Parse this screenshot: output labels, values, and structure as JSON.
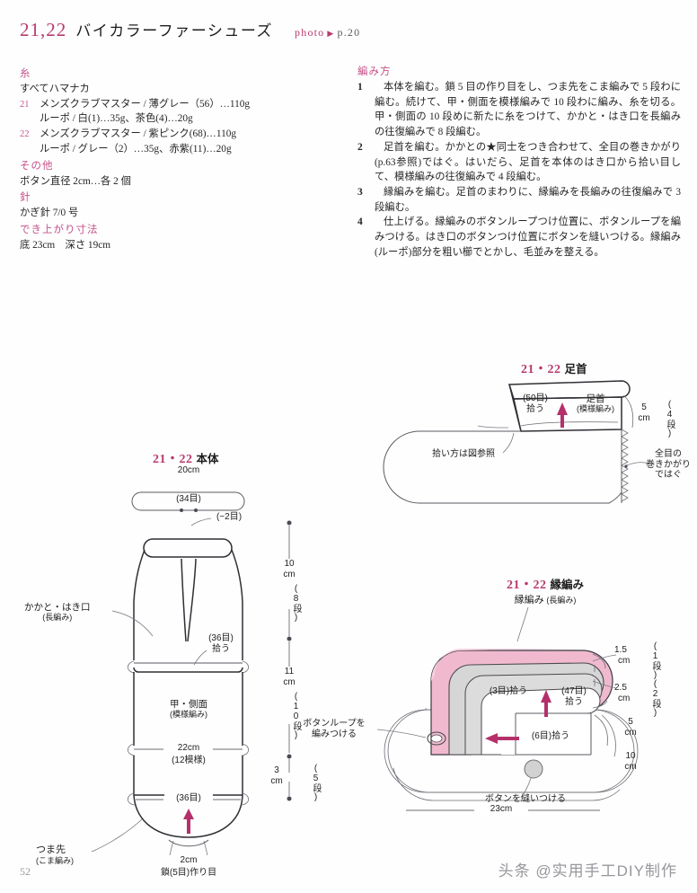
{
  "header": {
    "number": "21,22",
    "title": "バイカラーファーシューズ",
    "photo_label": "photo",
    "photo_arrow": "▶",
    "photo_page": "p.20"
  },
  "materials": {
    "yarn_heading": "糸",
    "yarn_all": "すべてハマナカ",
    "yarn_items": [
      {
        "no": "21",
        "line1": "メンズクラブマスター / 薄グレー（56）…110g",
        "line2": "ルーポ / 白(1)…35g、茶色(4)…20g"
      },
      {
        "no": "22",
        "line1": "メンズクラブマスター / 紫ピンク(68)…110g",
        "line2": "ルーポ / グレー（2）…35g、赤紫(11)…20g"
      }
    ],
    "other_heading": "その他",
    "other_text": "ボタン直径 2cm…各 2 個",
    "needle_heading": "針",
    "needle_text": "かぎ針 7/0 号",
    "size_heading": "でき上がり寸法",
    "size_text": "底 23cm　深さ 19cm"
  },
  "instructions": {
    "heading": "編み方",
    "steps": [
      {
        "no": "1",
        "text": "本体を編む。鎖 5 目の作り目をし、つま先をこま編みで 5 段わに編む。続けて、甲・側面を模様編みで 10 段わに編み、糸を切る。甲・側面の 10 段めに新たに糸をつけて、かかと・はき口を長編みの往復編みで 8 段編む。"
      },
      {
        "no": "2",
        "text": "足首を編む。かかとの★同士をつき合わせて、全目の巻きかがり(p.63参照)ではぐ。はいだら、足首を本体のはき口から拾い目して、模様編みの往復編みで 4 段編む。"
      },
      {
        "no": "3",
        "text": "縁編みを編む。足首のまわりに、縁編みを長編みの往復編みで 3 段編む。"
      },
      {
        "no": "4",
        "text": "仕上げる。縁編みのボタンループつけ位置に、ボタンループを編みつける。はき口のボタンつけ位置にボタンを縫いつける。縁編み(ルーポ)部分を粗い櫛でとかし、毛並みを整える。"
      }
    ]
  },
  "body_diagram": {
    "title_num": "21・22",
    "title_label": "本体",
    "top_width_cm": "20cm",
    "top_stitches": "(34目)",
    "decrease": "(−2目)",
    "heel_label_1": "かかと・はき口",
    "heel_label_2": "(長編み)",
    "pickup_36": "(36目)",
    "pickup_36_sub": "拾う",
    "instep_label_1": "甲・側面",
    "instep_label_2": "(模様編み)",
    "width_22": "22cm",
    "pattern_12": "(12模様)",
    "bottom_36": "(36目)",
    "toe_label_1": "つま先",
    "toe_label_2": "(こま編み)",
    "chain_cm": "2cm",
    "chain_text": "鎖(5目)作り目",
    "dims": [
      {
        "cm": "10",
        "unit": "cm",
        "rows": "(8段)"
      },
      {
        "cm": "11",
        "unit": "cm",
        "rows": "(10段)"
      },
      {
        "cm": "3",
        "unit": "cm",
        "rows": "(5段)"
      }
    ]
  },
  "ankle_diagram": {
    "title_num": "21・22",
    "title_label": "足首",
    "pickup_50": "(50目)",
    "pickup_50_sub": "拾う",
    "ankle_label_1": "足首",
    "ankle_label_2": "(模様編み)",
    "dim_cm": "5",
    "dim_unit": "cm",
    "dim_rows": "(4段)",
    "pickup_note": "拾い方は図参照",
    "seam_note_1": "全目の",
    "seam_note_2": "巻きかがり",
    "seam_note_3": "ではぐ"
  },
  "edge_diagram": {
    "title_num": "21・22",
    "title_label": "縁編み",
    "edge_label": "縁編み",
    "edge_label_sub": "(長編み)",
    "button_loop_1": "ボタンループを",
    "button_loop_2": "編みつける",
    "pickup_3": "(3目)拾う",
    "pickup_47": "(47目)",
    "pickup_47_sub": "拾う",
    "pickup_6": "(6目)拾う",
    "button_sew": "ボタンを縫いつける",
    "dim_15": "1.5",
    "dim_15_unit": "cm",
    "dim_15_rows": "(1段)",
    "dim_25": "2.5",
    "dim_25_unit": "cm",
    "dim_25_rows": "(2段)",
    "dim_5": "5",
    "dim_5_unit": "cm",
    "dim_10": "10",
    "dim_10_unit": "cm",
    "bottom_23": "23cm"
  },
  "footer": {
    "page_number": "52",
    "watermark": "头条 @实用手工DIY制作"
  },
  "colors": {
    "accent_pink": "#b83a6e",
    "fur_pink": "#f0b9ce",
    "gray_fill": "#d6d6d6",
    "line_dark": "#2f2f35"
  }
}
